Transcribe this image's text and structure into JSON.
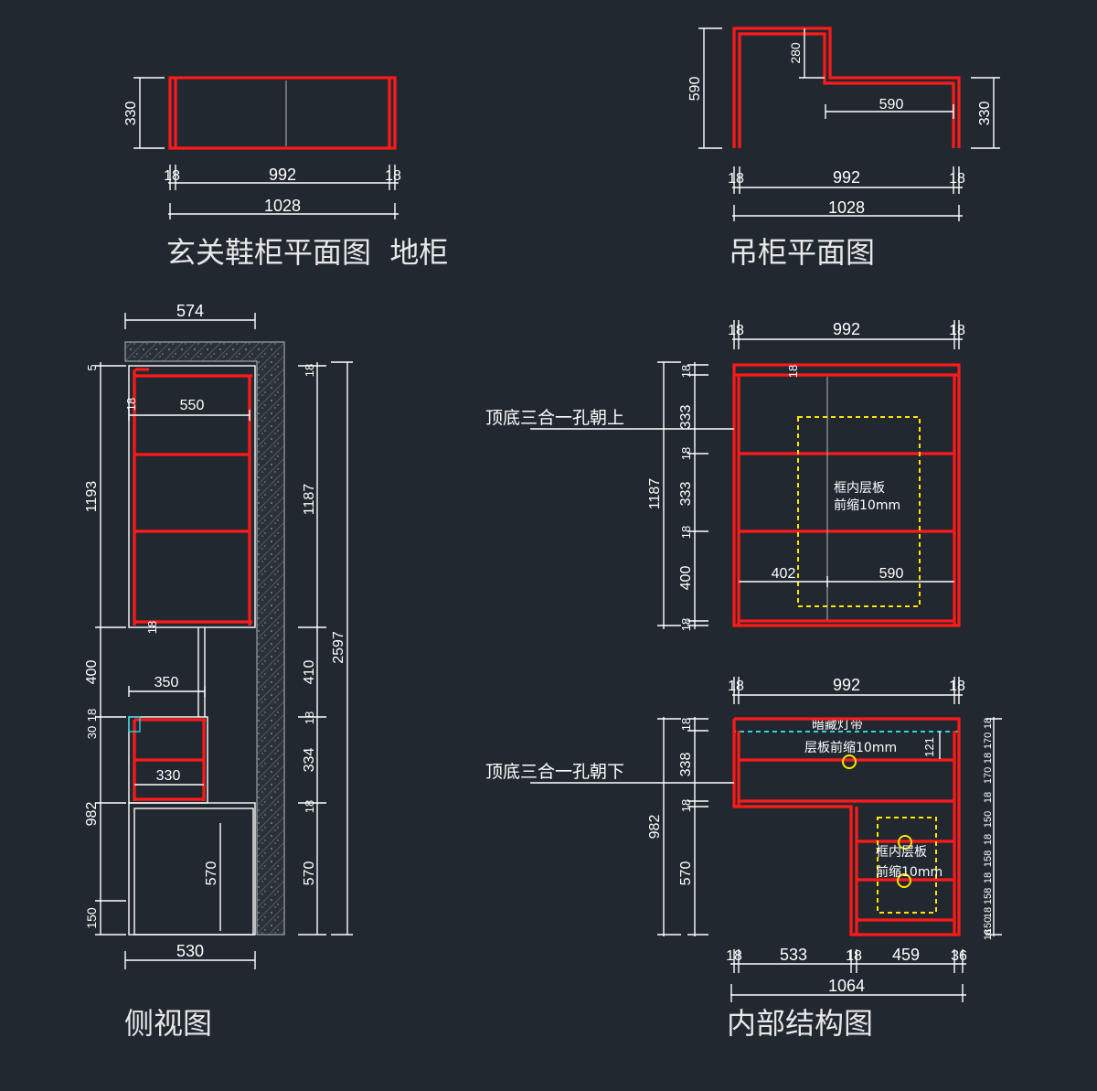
{
  "titles": {
    "shoe_plan": "玄关鞋柜平面图  地柜",
    "hanging_plan": "吊柜平面图",
    "side_view": "侧视图",
    "internal": "内部结构图"
  },
  "notes": {
    "top_up": "顶底三合一孔朝上",
    "top_down": "顶底三合一孔朝下",
    "shelf_recess_1": "框内层板",
    "shelf_recess_2": "前缩10mm",
    "shelf_recess_3": "框内层板",
    "shelf_recess_4": "前缩10mm",
    "shelf_front": "层板前缩10mm",
    "cyan_label": "暗藏灯带"
  },
  "dims": {
    "p1_d": "330",
    "p1_l": "18",
    "p1_m": "992",
    "p1_r": "18",
    "p1_t": "1028",
    "p2_h": "590",
    "p2_s": "280",
    "p2_w": "590",
    "p2_r": "330",
    "p2_l": "18",
    "p2_m": "992",
    "p2_e": "18",
    "p2_t": "1028",
    "s_top": "574",
    "s_5": "5",
    "s_18a": "18",
    "s_550": "550",
    "s_1193": "1193",
    "s_18b": "18",
    "s_400": "400",
    "s_350": "350",
    "s_30": "30",
    "s_18c": "18",
    "s_330": "330",
    "s_982": "982",
    "s_570": "570",
    "s_150": "150",
    "s_530": "530",
    "s_r18": "18",
    "s_1187": "1187",
    "s_410": "410",
    "s_r18b": "18",
    "s_334": "334",
    "s_r18c": "18",
    "s_r570": "570",
    "s_2597": "2597",
    "i_l": "18",
    "i_m": "992",
    "i_r": "18",
    "i_18": "18",
    "i_333a": "333",
    "i_18b": "18",
    "i_333b": "333",
    "i_18c": "18",
    "i_400": "400",
    "i_18d": "18",
    "i_1187": "1187",
    "i_18t": "18",
    "i_402": "402",
    "i_590": "590",
    "j_l": "18",
    "j_m": "992",
    "j_r": "18",
    "j_18": "18",
    "j_338": "338",
    "j_18b": "18",
    "j_570": "570",
    "j_982": "982",
    "j_121": "121",
    "j_b1": "18",
    "j_b2": "533",
    "j_b3": "18",
    "j_b4": "459",
    "j_b5": "36",
    "j_t": "1064",
    "j_r1": "18",
    "j_r2": "170",
    "j_r3": "18",
    "j_r4": "170",
    "j_r5": "18",
    "j_r6": "150",
    "j_r7": "18",
    "j_r8": "158",
    "j_r9": "18",
    "j_r10": "158",
    "j_r11": "18",
    "j_r12": "150",
    "j_r13": "18"
  },
  "colors": {
    "background": "#212830",
    "panel": "#ff1a1a",
    "dimension": "#ffffff",
    "recess": "#ffe500",
    "light": "#2ad4e0",
    "wall": "#9aa0a6"
  }
}
